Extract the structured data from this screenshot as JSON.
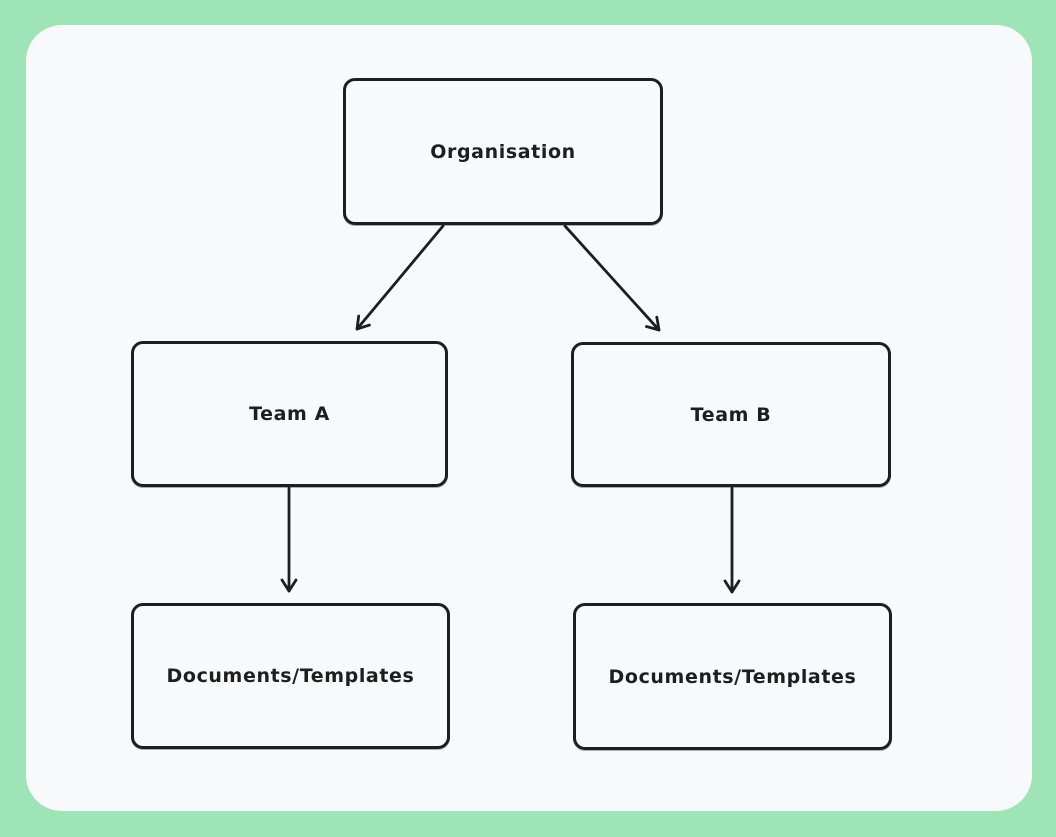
{
  "app": {
    "background_color": "#9fe4b7",
    "canvas_color": "#f8f9fa"
  },
  "diagram": {
    "type": "flowchart",
    "style": "hand-drawn",
    "stroke_color": "#1e1e1e",
    "stroke_width": 2.8,
    "nodes": [
      {
        "id": "organisation",
        "label": "Organisation"
      },
      {
        "id": "team-a",
        "label": "Team A"
      },
      {
        "id": "team-b",
        "label": "Team B"
      },
      {
        "id": "documents-a",
        "label": "Documents/Templates"
      },
      {
        "id": "documents-b",
        "label": "Documents/Templates"
      }
    ],
    "edges": [
      {
        "from": "organisation",
        "to": "team-a",
        "arrow": "end",
        "points": [
          443,
          226,
          357,
          329
        ]
      },
      {
        "from": "organisation",
        "to": "team-b",
        "arrow": "end",
        "points": [
          565,
          226,
          659,
          330
        ]
      },
      {
        "from": "team-a",
        "to": "documents-a",
        "arrow": "end",
        "points": [
          289,
          488,
          289,
          591
        ]
      },
      {
        "from": "team-b",
        "to": "documents-b",
        "arrow": "end",
        "points": [
          732,
          488,
          732,
          592
        ]
      }
    ]
  }
}
